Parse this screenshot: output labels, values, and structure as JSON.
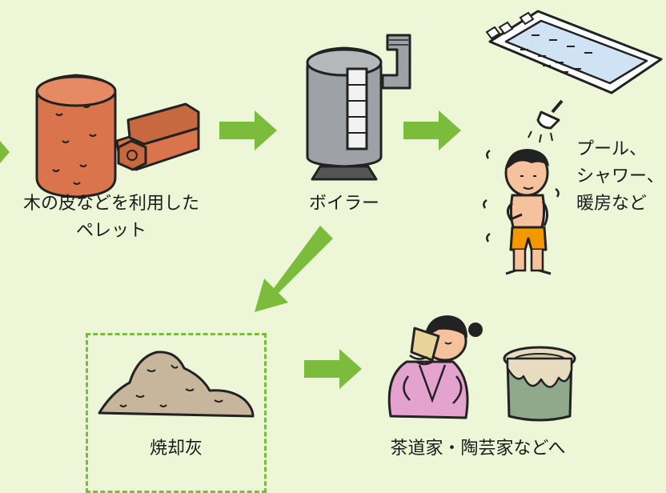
{
  "colors": {
    "background": "#eef6d8",
    "arrow": "#7cbc3c",
    "pellet": "#d9744c",
    "boiler": "#9ea2a6",
    "pool_water": "#cfe3f5",
    "ash": "#c7b59c",
    "kimono": "#e4a2cf",
    "shorts": "#f39800",
    "skin": "#f6c29e",
    "bowl_glaze": "#8fa98a"
  },
  "nodes": {
    "pellet": {
      "line1": "木の皮などを利用した",
      "line2": "ペレット"
    },
    "boiler": {
      "label": "ボイラー"
    },
    "uses": {
      "line1": "プール、",
      "line2": "シャワー、",
      "line3": "暖房など"
    },
    "ash": {
      "label": "焼却灰"
    },
    "artisans": {
      "label": "茶道家・陶芸家などへ"
    }
  },
  "icons": {
    "pellet": "pellet-icon",
    "boiler": "boiler-icon",
    "pool": "pool-icon",
    "shower": "shower-head-icon",
    "boy": "boy-icon",
    "ash": "ash-pile-icon",
    "tea": "tea-ceremony-person-icon",
    "bowl": "tea-bowl-icon"
  }
}
